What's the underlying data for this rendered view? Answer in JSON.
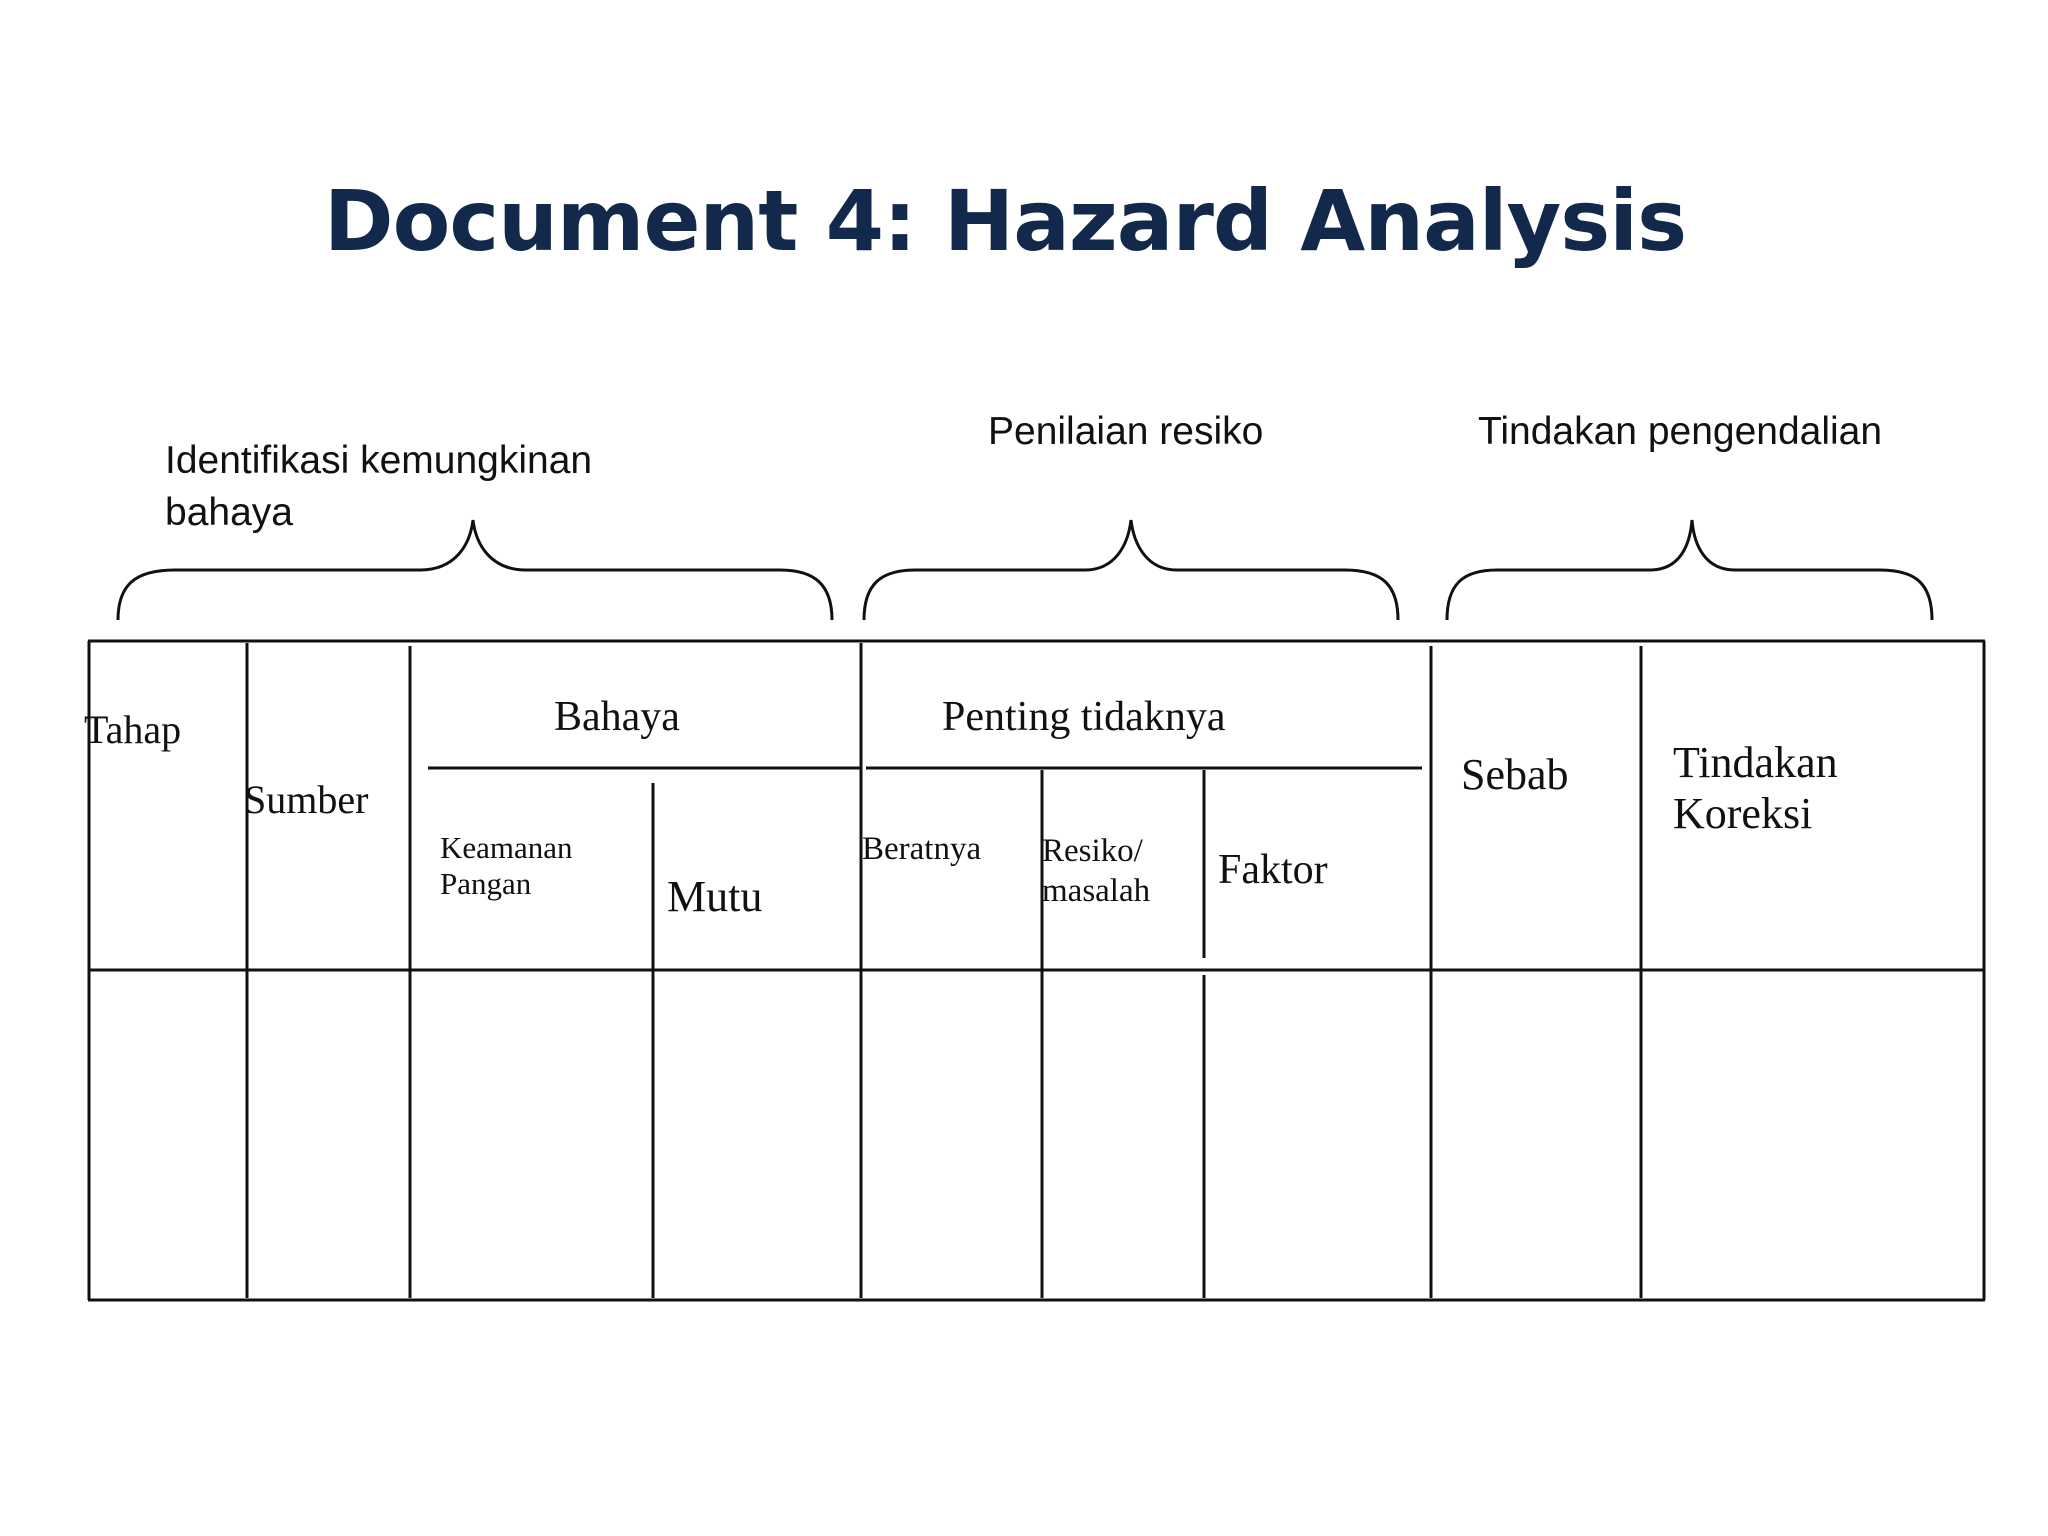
{
  "title": "Document 4: Hazard Analysis",
  "groups": {
    "identifikasi": "Identifikasi kemungkinan bahaya",
    "penilaian": "Penilaian resiko",
    "tindakan": "Tindakan pengendalian"
  },
  "table": {
    "headers": {
      "tahap": "Tahap",
      "sumber": "Sumber",
      "bahaya": "Bahaya",
      "keamanan_pangan_line1": "Keamanan",
      "keamanan_pangan_line2": "Pangan",
      "mutu": "Mutu",
      "penting_tidaknya": "Penting tidaknya",
      "beratnya": "Beratnya",
      "resiko_line1": "Resiko/",
      "resiko_line2": "masalah",
      "faktor": "Faktor",
      "sebab": "Sebab",
      "tindakan_koreksi_line1": "Tindakan",
      "tindakan_koreksi_line2": "Koreksi"
    },
    "rows": [
      [
        "",
        "",
        "",
        "",
        "",
        "",
        "",
        "",
        ""
      ]
    ]
  }
}
